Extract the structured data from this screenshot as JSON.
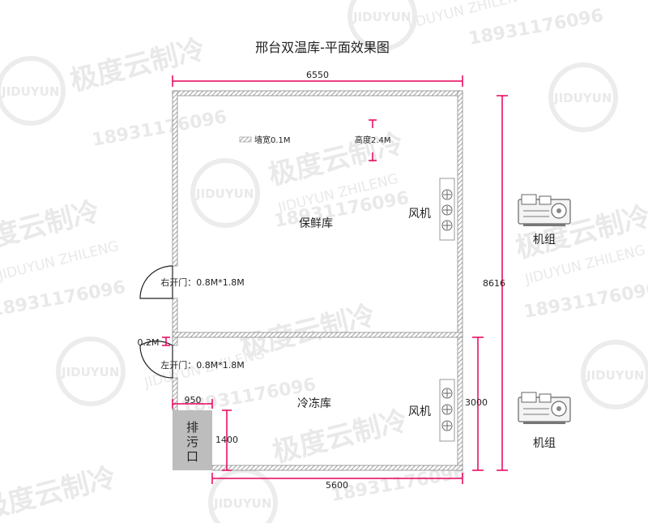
{
  "title": "邢台双温库-平面效果图",
  "watermark": {
    "brand_cn": "极度云制冷",
    "brand_en": "JIDUYUN ZHILENG",
    "phone": "18931176096",
    "logo_text": "JIDUYUN",
    "color": "#e6e6e6"
  },
  "dimensions": {
    "top_width": "6550",
    "bottom_width": "5600",
    "total_height": "8616",
    "freezer_height": "3000",
    "drain_width": "950",
    "drain_height": "1400",
    "door_gap": "0.2M"
  },
  "legend": {
    "wall_thickness": "墙宽0.1M",
    "height": "高度2.4M"
  },
  "rooms": {
    "fresh": "保鲜库",
    "freezer": "冷冻库"
  },
  "fans": {
    "fresh": "风机",
    "freezer": "风机"
  },
  "units": {
    "unit1": "机组",
    "unit2": "机组"
  },
  "doors": {
    "right": "右开门：0.8M*1.8M",
    "left": "左开门：0.8M*1.8M"
  },
  "drain": {
    "label": "排污口"
  },
  "colors": {
    "dim_line": "#e8005a",
    "wall": "#888888",
    "drain_fill": "#bdbdbd"
  }
}
